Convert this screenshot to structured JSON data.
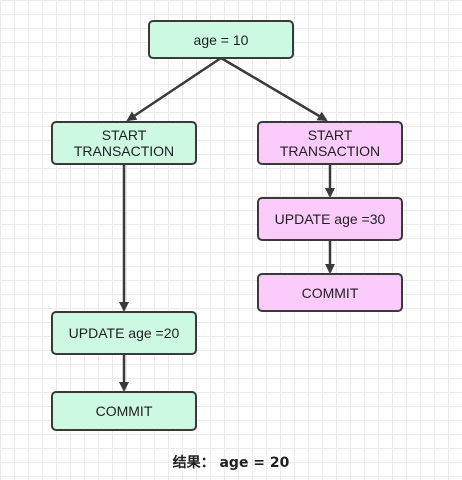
{
  "nodes": {
    "root": {
      "label": "age = 10"
    },
    "left_start": {
      "label": "START\nTRANSACTION"
    },
    "right_start": {
      "label": "START\nTRANSACTION"
    },
    "right_update": {
      "label": "UPDATE age =30"
    },
    "right_commit": {
      "label": "COMMIT"
    },
    "left_update": {
      "label": "UPDATE age =20"
    },
    "left_commit": {
      "label": "COMMIT"
    }
  },
  "caption": {
    "label": "结果：",
    "value": "age = 20"
  },
  "colors": {
    "left_fill": "#cdf9e3",
    "right_fill": "#fbcbfb",
    "stroke": "#3a3a3a",
    "grid": "#ececec"
  }
}
